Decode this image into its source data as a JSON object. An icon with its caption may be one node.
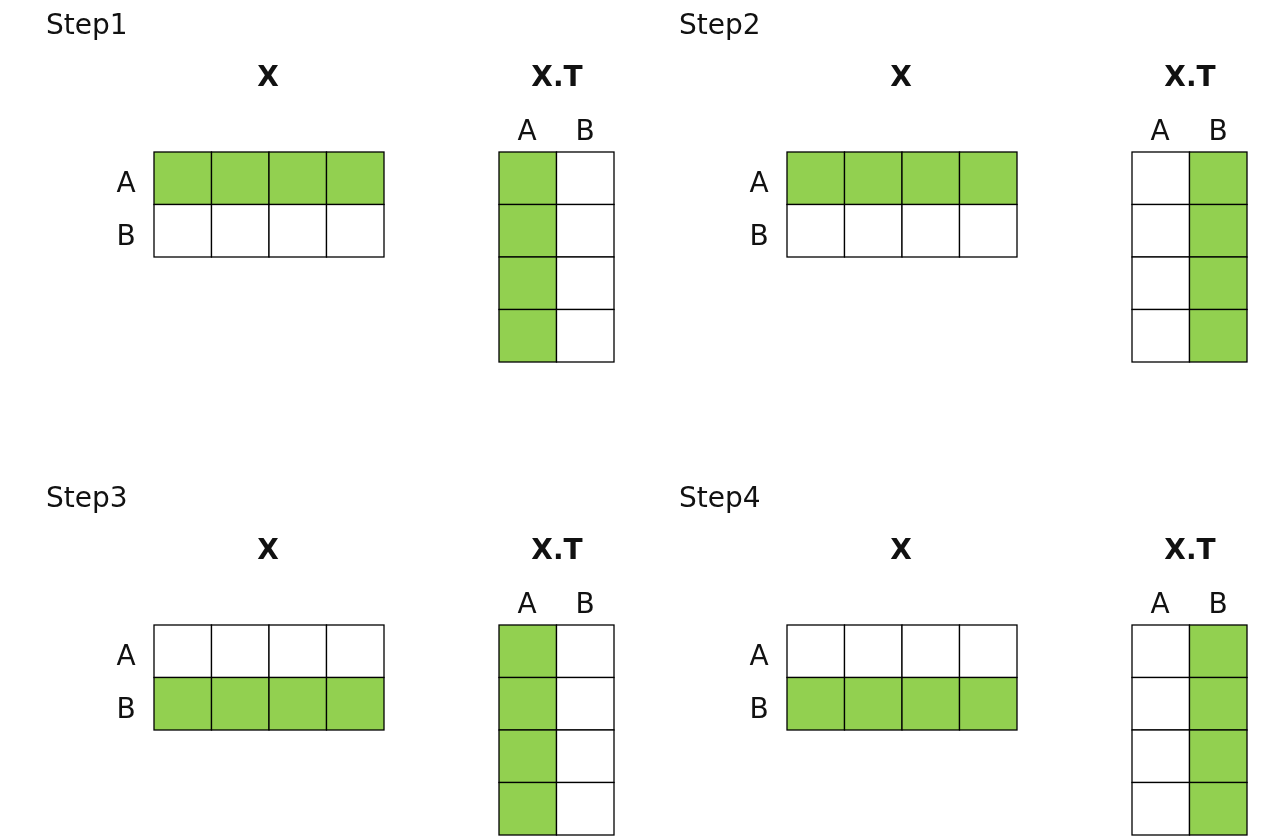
{
  "diagram": {
    "labels": [
      "Step1",
      "Step2",
      "X",
      "X.T",
      "X",
      "X.T",
      "A",
      "B",
      "A",
      "B",
      "A",
      "A",
      "B",
      "B",
      "Step3",
      "Step4",
      "X",
      "X.T",
      "X",
      "X.T",
      "A",
      "B",
      "A",
      "B",
      "A",
      "A",
      "B",
      "B"
    ]
  }
}
